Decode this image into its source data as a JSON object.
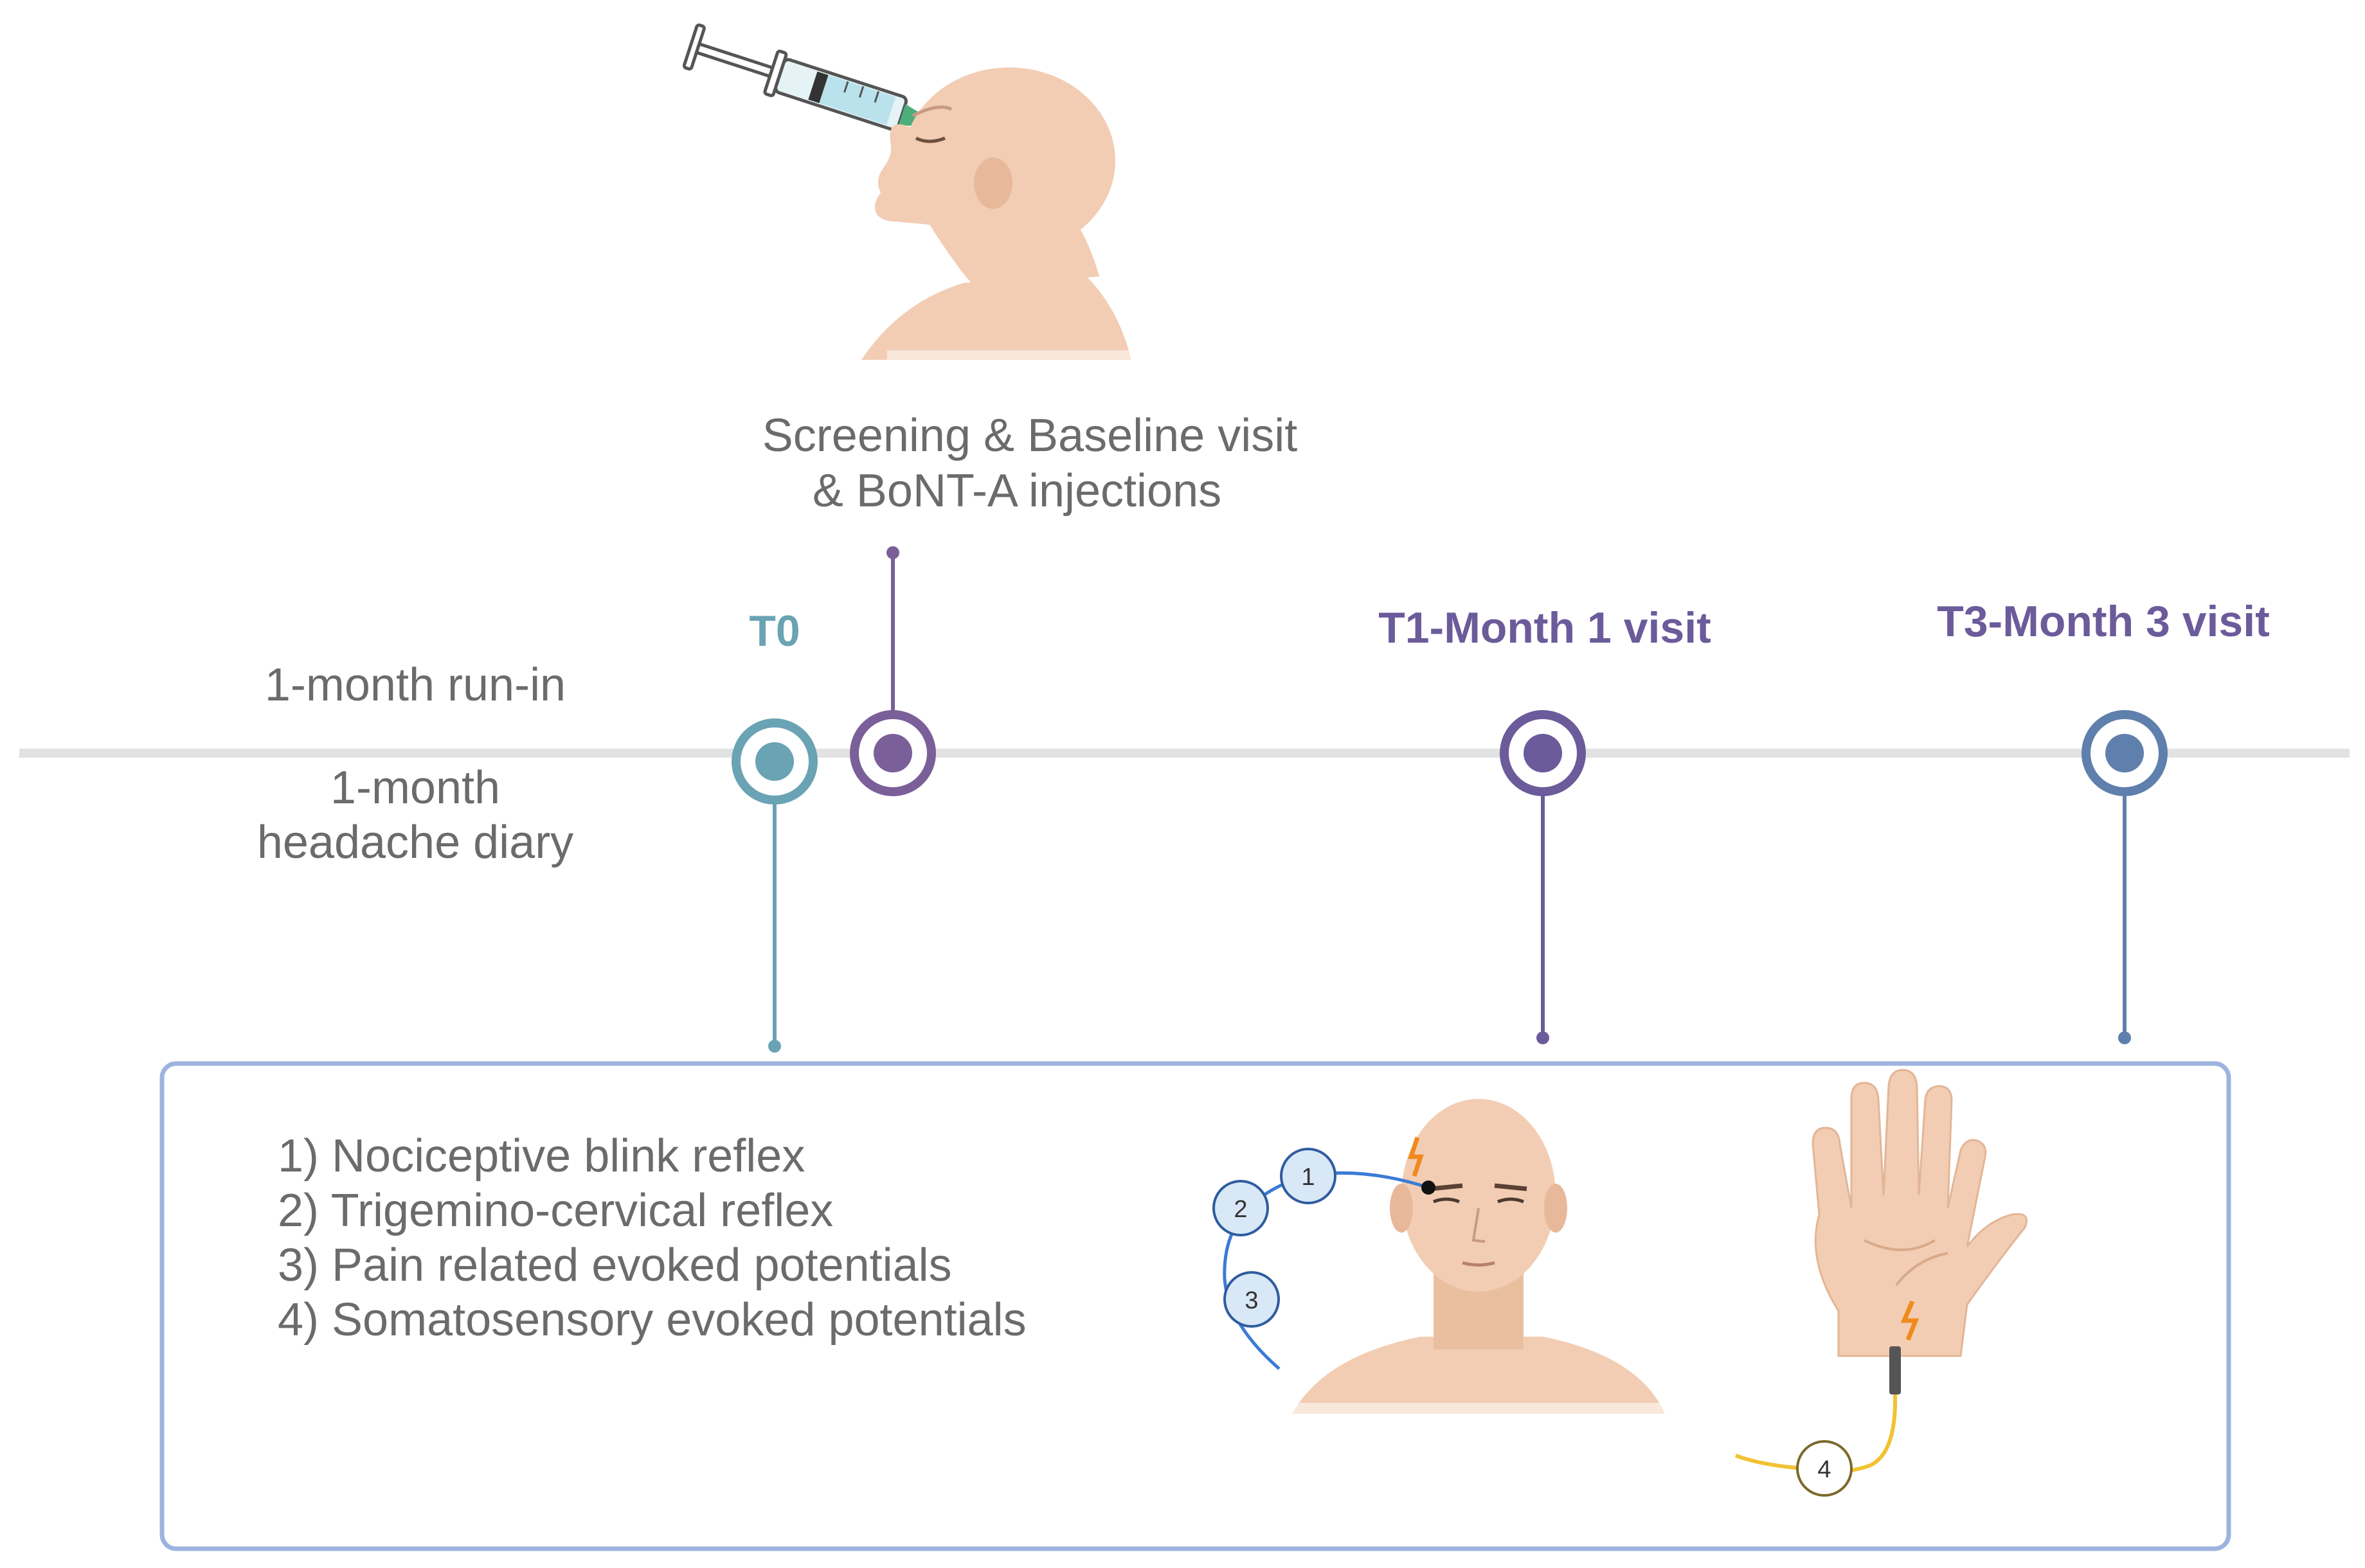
{
  "baseline": {
    "label_line1": "Screening & Baseline visit",
    "label_line2": "& BoNT-A injections"
  },
  "runin": {
    "label": "1-month run-in",
    "diary_line1": "1-month",
    "diary_line2": "headache diary"
  },
  "milestones": {
    "t0": "T0",
    "t1": "T1-Month 1 visit",
    "t3": "T3-Month 3 visit"
  },
  "procedures": [
    "1) Nociceptive blink reflex",
    "2) Trigemino-cervical reflex",
    "3) Pain related evoked potentials",
    "4) Somatosensory evoked potentials"
  ],
  "electrodes": [
    "1",
    "2",
    "3",
    "4"
  ],
  "colors": {
    "t0": "#6aa3b4",
    "baseline": "#7a5f99",
    "t1": "#6b5b9a",
    "t3": "#5f7fad",
    "box_border": "#9db3e0",
    "timeline": "#e0e0e0",
    "skin": "#f2cdb3",
    "electrode_wire_blue": "#3b7bd6",
    "electrode_wire_yellow": "#f1c232",
    "spark": "#f08a1c"
  },
  "icons": [
    "syringe-icon",
    "head-profile-icon",
    "face-front-icon",
    "hand-icon",
    "lightning-icon",
    "electrode-icon"
  ]
}
